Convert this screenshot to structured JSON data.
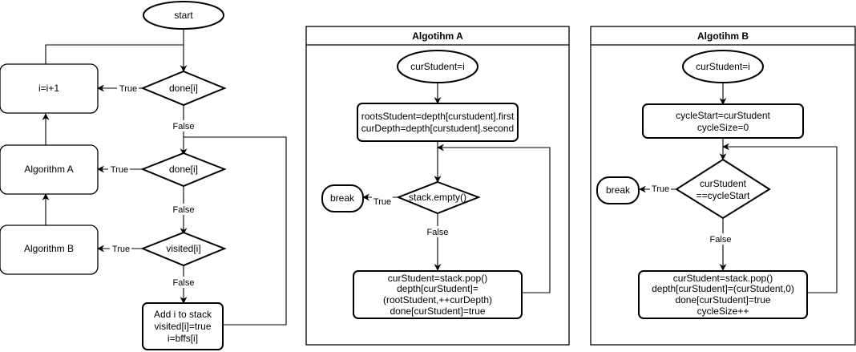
{
  "main_flow": {
    "start": "start",
    "done_check_1": "done[i]",
    "done_check_2": "done[i]",
    "visited_check": "visited[i]",
    "increment": "i=i+1",
    "algorithm_a": "Algorithm A",
    "algorithm_b": "Algorithm B",
    "add_to_stack": [
      "Add i to stack",
      "visited[i]=true",
      "i=bffs[i]"
    ],
    "label_true_1": "True",
    "label_true_2": "True",
    "label_true_3": "True",
    "label_false_1": "False",
    "label_false_2": "False",
    "label_false_3": "False"
  },
  "panel_a": {
    "title": "Algotihm A",
    "start": "curStudent=i",
    "init": [
      "rootsStudent=depth[curstudent].first",
      "curDepth=depth[curstudent].second"
    ],
    "condition": "stack.empty()",
    "break": "break",
    "label_true": "True",
    "label_false": "False",
    "body": [
      "curStudent=stack.pop()",
      "depth[curStudent]=",
      "(rootStudent,++curDepth)",
      "done[curStudent]=true"
    ]
  },
  "panel_b": {
    "title": "Algotihm B",
    "start": "curStudent=i",
    "init": [
      "cycleStart=curStudent",
      "cycleSize=0"
    ],
    "condition": [
      "curStudent",
      "==cycleStart"
    ],
    "break": "break",
    "label_true": "True",
    "label_false": "False",
    "body": [
      "curStudent=stack.pop()",
      "depth[curStudent]=(curStudent,0)",
      "done[curStudent]=true",
      "cycleSize++"
    ]
  }
}
